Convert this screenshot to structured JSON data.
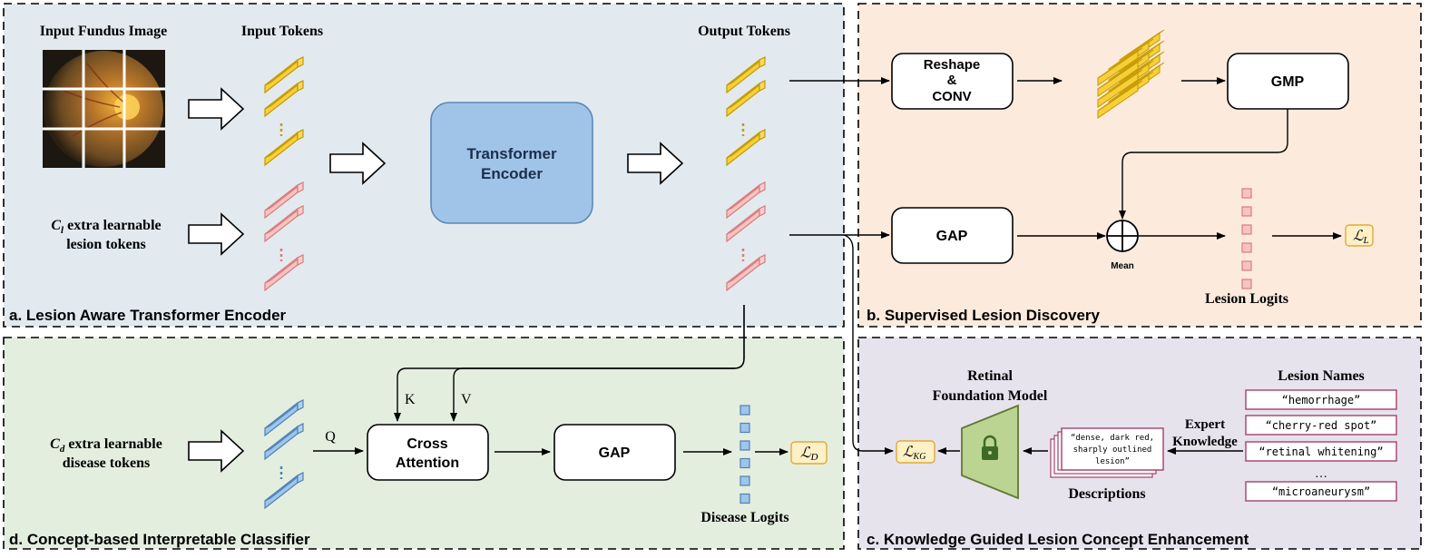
{
  "panels": {
    "a": {
      "title": "a. Lesion Aware Transformer Encoder",
      "bg": "#e2eaef"
    },
    "b": {
      "title": "b. Supervised Lesion Discovery",
      "bg": "#fcebdd"
    },
    "c": {
      "title": "c. Knowledge Guided Lesion Concept Enhancement",
      "bg": "#e7e3ed"
    },
    "d": {
      "title": "d. Concept-based Interpretable Classifier",
      "bg": "#e4eedf"
    }
  },
  "encoder": {
    "input_image_label": "Input Fundus Image",
    "input_tokens_label": "Input Tokens",
    "output_tokens_label": "Output Tokens",
    "lesion_tokens_line1_sym": "C",
    "lesion_tokens_line1_sub": "l",
    "lesion_tokens_line1_rest": " extra learnable",
    "lesion_tokens_line2": "lesion tokens",
    "transformer_line1": "Transformer",
    "transformer_line2": "Encoder"
  },
  "discovery": {
    "reshape_line1": "Reshape",
    "reshape_line2": "&",
    "reshape_line3": "CONV",
    "gmp_label": "GMP",
    "gap_label": "GAP",
    "mean_label": "Mean",
    "lesion_logits_label": "Lesion Logits",
    "loss_l_main": "ℒ",
    "loss_l_sub": "L"
  },
  "knowledge": {
    "model_line1": "Retinal",
    "model_line2": "Foundation Model",
    "lesion_names_title": "Lesion Names",
    "lesion_names": [
      "“hemorrhage”",
      "“cherry-red spot”",
      "“retinal whitening”",
      "…",
      "“microaneurysm”"
    ],
    "expert_line1": "Expert",
    "expert_line2": "Knowledge",
    "description_lines": [
      "“dense, dark red,",
      "sharply outlined",
      "lesion”"
    ],
    "descriptions_label": "Descriptions",
    "loss_kg_main": "ℒ",
    "loss_kg_sub": "KG"
  },
  "classifier": {
    "disease_tokens_line1_sym": "C",
    "disease_tokens_line1_sub": "d",
    "disease_tokens_line1_rest": " extra learnable",
    "disease_tokens_line2": "disease tokens",
    "q_label": "Q",
    "k_label": "K",
    "v_label": "V",
    "cross_line1": "Cross",
    "cross_line2": "Attention",
    "gap_label": "GAP",
    "disease_logits_label": "Disease Logits",
    "loss_d_main": "ℒ",
    "loss_d_sub": "D"
  },
  "colors": {
    "yellow_face": "#f7cf3a",
    "yellow_edge": "#c49a00",
    "pink_face": "#f6c3c2",
    "pink_edge": "#d97b7b",
    "blue_face": "#9ec5ec",
    "blue_edge": "#4f82b5",
    "transformer_fill": "#a0c4e8",
    "transformer_edge": "#5b88b8",
    "fm_fill": "#bcd492",
    "fm_edge": "#5f7a34",
    "loss_fill": "#fff0c6",
    "loss_edge": "#e1a93a",
    "desc_edge": "#a6406c",
    "names_edge": "#a6406c"
  }
}
